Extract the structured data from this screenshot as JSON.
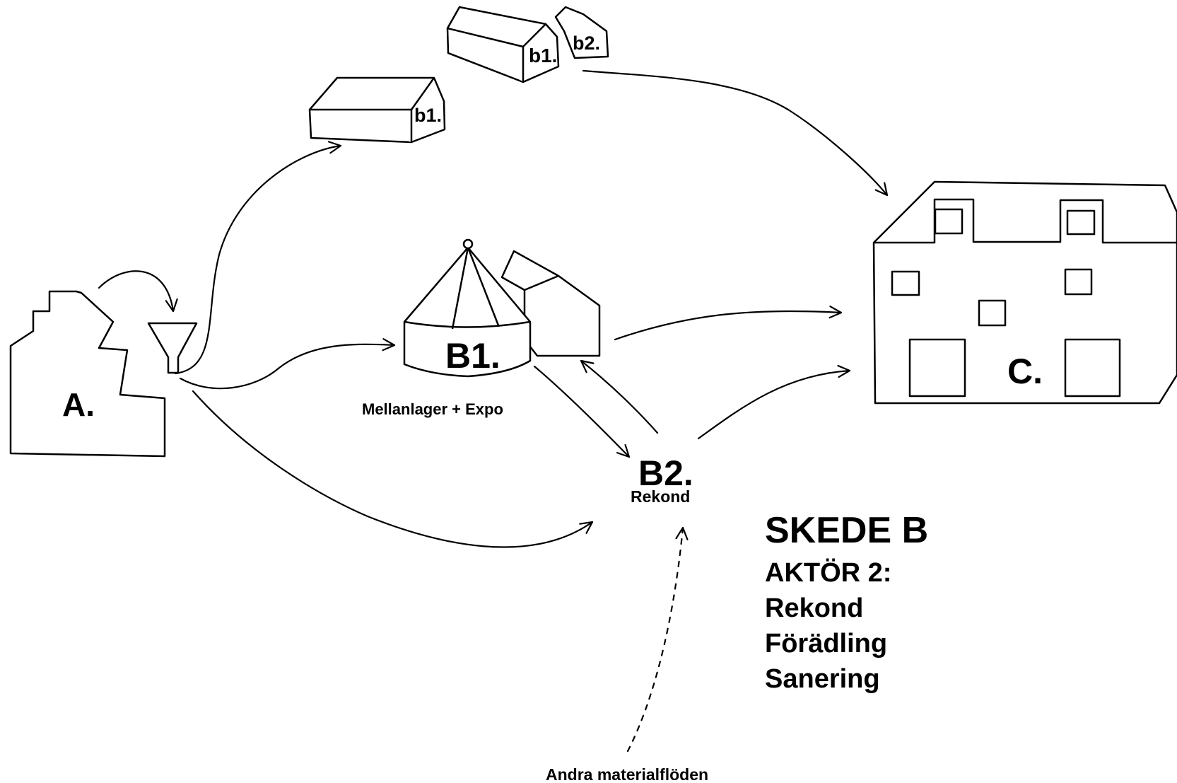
{
  "nodes": {
    "a_label": "A.",
    "b1_label": "B1.",
    "b1_caption": "Mellanlager + Expo",
    "b2_label": "B2.",
    "b2_caption": "Rekond",
    "c_label": "C.",
    "small_b1_label": "b1.",
    "top_b1_label": "b1.",
    "top_b2_label": "b2.",
    "other_flows_caption": "Andra materialflöden"
  },
  "phase": {
    "title": "SKEDE B",
    "actor": "AKTÖR 2:",
    "activities": [
      "Rekond",
      "Förädling",
      "Sanering"
    ]
  }
}
